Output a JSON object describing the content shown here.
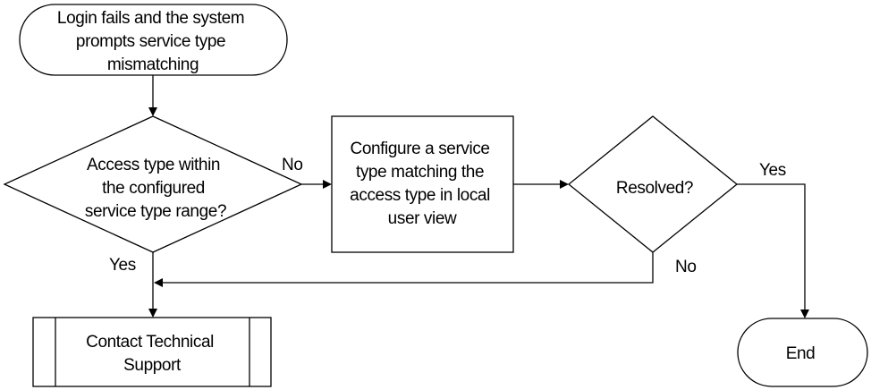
{
  "start": {
    "lines": [
      "Login fails and the system",
      "prompts service type",
      "mismatching"
    ]
  },
  "decision_access": {
    "lines": [
      "Access type within",
      "the configured",
      "service type range?"
    ]
  },
  "configure": {
    "lines": [
      "Configure a service",
      "type matching the",
      "access type in local",
      "user view"
    ]
  },
  "decision_resolved": {
    "lines": [
      "Resolved?"
    ]
  },
  "contact": {
    "lines": [
      "Contact Technical",
      "Support"
    ]
  },
  "end": {
    "lines": [
      "End"
    ]
  },
  "labels": {
    "no_1": "No",
    "yes_1": "Yes",
    "yes_2": "Yes",
    "no_2": "No"
  }
}
